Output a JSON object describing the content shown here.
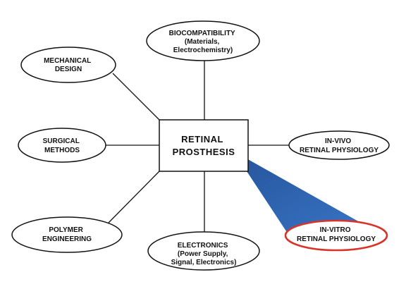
{
  "diagram": {
    "center": {
      "lines": [
        "RETINAL",
        "PROSTHESIS"
      ]
    },
    "nodes": {
      "biocompat": {
        "lines": [
          "BIOCOMPATIBILITY",
          "(Materials,",
          "Electrochemistry)"
        ]
      },
      "mechanical": {
        "lines": [
          "MECHANICAL",
          "DESIGN"
        ]
      },
      "surgical": {
        "lines": [
          "SURGICAL",
          "METHODS"
        ]
      },
      "polymer": {
        "lines": [
          "POLYMER",
          "ENGINEERING"
        ]
      },
      "electronics": {
        "lines": [
          "ELECTRONICS",
          "(Power Supply,",
          "Signal, Electronics)"
        ]
      },
      "invivo": {
        "lines": [
          "IN-VIVO",
          "RETINAL PHYSIOLOGY"
        ]
      },
      "invitro": {
        "lines": [
          "IN-VITRO",
          "RETINAL PHYSIOLOGY"
        ]
      }
    },
    "colors": {
      "line": "#111111",
      "node_fill": "#ffffff",
      "highlight_outline": "#d8342a",
      "beam": "#2f6fc4",
      "beam_dark": "#1c4e9a"
    }
  }
}
